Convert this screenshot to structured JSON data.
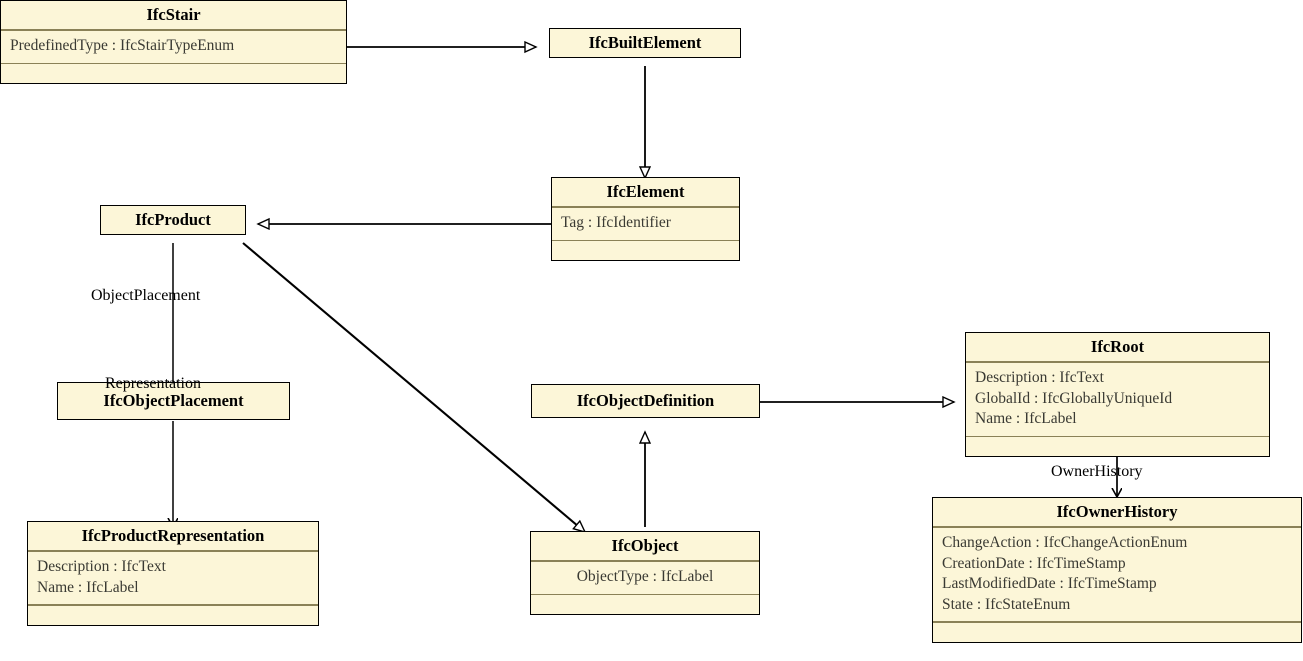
{
  "diagram": {
    "title": "IFC Entity Inheritance Diagram",
    "background_color": "#ffffff",
    "class_fill_color": "#fcf6d8",
    "class_border_color": "#000000",
    "divider_color": "#8a8157",
    "edge_color": "#000000"
  },
  "classes": [
    {
      "id": "ifcstair",
      "name": "IfcStair",
      "attributes": [
        "PredefinedType : IfcStairTypeEnum"
      ],
      "has_empty_compartment": true
    },
    {
      "id": "ifcbuiltelement",
      "name": "IfcBuiltElement",
      "attributes": [],
      "has_empty_compartment": false
    },
    {
      "id": "ifcelement",
      "name": "IfcElement",
      "attributes": [
        "Tag : IfcIdentifier"
      ],
      "has_empty_compartment": true
    },
    {
      "id": "ifcproduct",
      "name": "IfcProduct",
      "attributes": [],
      "has_empty_compartment": false
    },
    {
      "id": "ifcobjectplacement",
      "name": "IfcObjectPlacement",
      "attributes": [],
      "has_empty_compartment": false
    },
    {
      "id": "ifcproductrepresentation",
      "name": "IfcProductRepresentation",
      "attributes": [
        "Description : IfcText",
        "Name : IfcLabel"
      ],
      "has_empty_compartment": true
    },
    {
      "id": "ifcobjectdefinition",
      "name": "IfcObjectDefinition",
      "attributes": [],
      "has_empty_compartment": false
    },
    {
      "id": "ifcobject",
      "name": "IfcObject",
      "attributes": [
        "ObjectType : IfcLabel"
      ],
      "has_empty_compartment": true
    },
    {
      "id": "ifcroot",
      "name": "IfcRoot",
      "attributes": [
        "Description : IfcText",
        "GlobalId : IfcGloballyUniqueId",
        "Name : IfcLabel"
      ],
      "has_empty_compartment": true
    },
    {
      "id": "ifcownerhistory",
      "name": "IfcOwnerHistory",
      "attributes": [
        "ChangeAction : IfcChangeActionEnum",
        "CreationDate : IfcTimeStamp",
        "LastModifiedDate : IfcTimeStamp",
        "State : IfcStateEnum"
      ],
      "has_empty_compartment": true
    }
  ],
  "edges": [
    {
      "id": "stair-to-builtelement",
      "from": "IfcStair",
      "to": "IfcBuiltElement",
      "kind": "generalization",
      "label": ""
    },
    {
      "id": "builtelement-to-element",
      "from": "IfcBuiltElement",
      "to": "IfcElement",
      "kind": "generalization",
      "label": ""
    },
    {
      "id": "element-to-product",
      "from": "IfcElement",
      "to": "IfcProduct",
      "kind": "generalization",
      "label": ""
    },
    {
      "id": "product-to-objectplacement",
      "from": "IfcProduct",
      "to": "IfcObjectPlacement",
      "kind": "association",
      "label": "ObjectPlacement"
    },
    {
      "id": "objectplacement-to-productrepresentation",
      "from": "IfcObjectPlacement",
      "to": "IfcProductRepresentation",
      "kind": "association",
      "label": "Representation"
    },
    {
      "id": "product-to-object",
      "from": "IfcProduct",
      "to": "IfcObject",
      "kind": "generalization",
      "label": ""
    },
    {
      "id": "object-to-objectdefinition",
      "from": "IfcObject",
      "to": "IfcObjectDefinition",
      "kind": "generalization",
      "label": ""
    },
    {
      "id": "objectdefinition-to-root",
      "from": "IfcObjectDefinition",
      "to": "IfcRoot",
      "kind": "generalization",
      "label": ""
    },
    {
      "id": "root-to-ownerhistory",
      "from": "IfcRoot",
      "to": "IfcOwnerHistory",
      "kind": "association",
      "label": "OwnerHistory"
    }
  ],
  "edge_labels": {
    "object_placement": "ObjectPlacement",
    "representation": "Representation",
    "owner_history": "OwnerHistory"
  }
}
